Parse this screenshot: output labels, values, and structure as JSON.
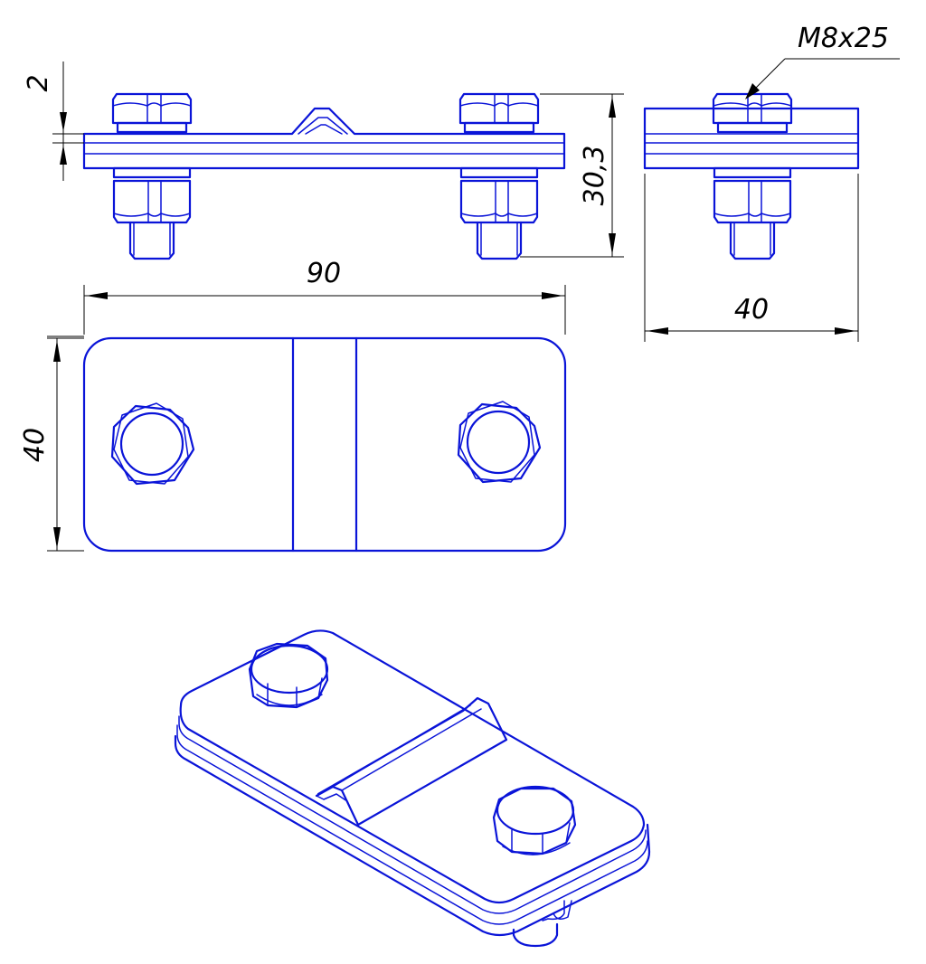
{
  "drawing": {
    "line_color": "#0a14d8",
    "dimension_color": "#000000",
    "dimensions": {
      "thickness": "2",
      "height": "30,3",
      "length": "90",
      "side_width": "40",
      "plan_width": "40"
    },
    "callout": {
      "bolt": "M8x25"
    }
  }
}
